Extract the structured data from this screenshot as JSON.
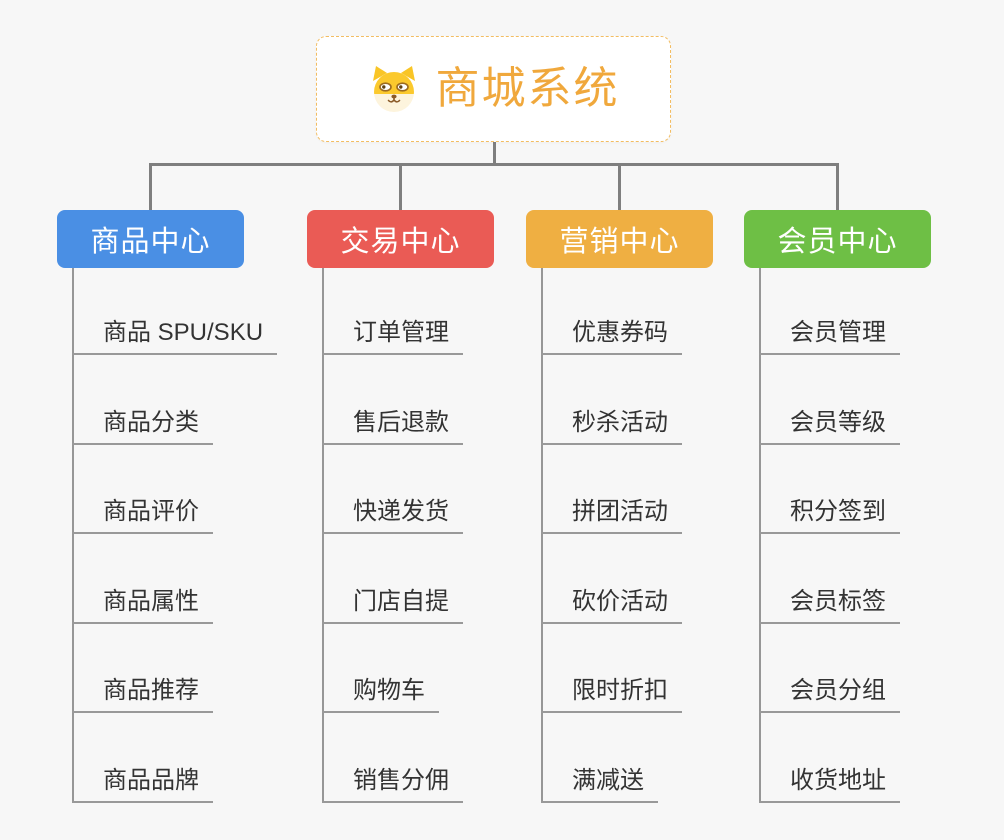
{
  "page": {
    "background_color": "#f7f7f7"
  },
  "root": {
    "title": "商城系统",
    "icon": "dog-face-icon",
    "text_color": "#f0a83c",
    "border_color": "#f3bd62"
  },
  "connectors": {
    "tree_line_color": "#7f7f7f",
    "item_line_color": "#999999"
  },
  "branches": [
    {
      "label": "商品中心",
      "color": "#4a8fe4",
      "items": [
        "商品 SPU/SKU",
        "商品分类",
        "商品评价",
        "商品属性",
        "商品推荐",
        "商品品牌"
      ]
    },
    {
      "label": "交易中心",
      "color": "#ea5b55",
      "items": [
        "订单管理",
        "售后退款",
        "快递发货",
        "门店自提",
        "购物车",
        "销售分佣"
      ]
    },
    {
      "label": "营销中心",
      "color": "#efaf42",
      "items": [
        "优惠券码",
        "秒杀活动",
        "拼团活动",
        "砍价活动",
        "限时折扣",
        "满减送"
      ]
    },
    {
      "label": "会员中心",
      "color": "#6ebf45",
      "items": [
        "会员管理",
        "会员等级",
        "积分签到",
        "会员标签",
        "会员分组",
        "收货地址"
      ]
    }
  ]
}
